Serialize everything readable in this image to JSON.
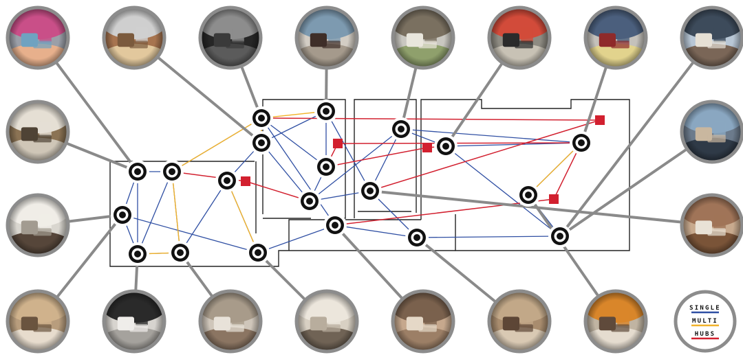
{
  "colors": {
    "single": "#2f4fa3",
    "multi": "#f2b32b",
    "hubs": "#d2202f",
    "leader": "#8a8a8a",
    "wall": "#222222",
    "photo_ring": "#8c8c8c"
  },
  "legend": {
    "items": [
      {
        "label": "SINGLE",
        "color_key": "single"
      },
      {
        "label": "MULTI",
        "color_key": "multi"
      },
      {
        "label": "HUBS",
        "color_key": "hubs"
      }
    ]
  },
  "nodes": [
    {
      "id": "n1",
      "name": "node-1"
    },
    {
      "id": "n2",
      "name": "node-2"
    },
    {
      "id": "n3",
      "name": "node-3"
    },
    {
      "id": "n4",
      "name": "node-4"
    },
    {
      "id": "n5",
      "name": "node-5"
    },
    {
      "id": "n6",
      "name": "node-6"
    },
    {
      "id": "n7",
      "name": "node-7"
    },
    {
      "id": "n8",
      "name": "node-8"
    },
    {
      "id": "n9",
      "name": "node-9"
    },
    {
      "id": "n10",
      "name": "node-10"
    },
    {
      "id": "n11",
      "name": "node-11"
    },
    {
      "id": "n12",
      "name": "node-12"
    },
    {
      "id": "n13",
      "name": "node-13"
    },
    {
      "id": "n14",
      "name": "node-14"
    },
    {
      "id": "n15",
      "name": "node-15"
    },
    {
      "id": "n16",
      "name": "node-16"
    },
    {
      "id": "n17",
      "name": "node-17"
    },
    {
      "id": "n18",
      "name": "node-18"
    }
  ],
  "hubs": [
    {
      "id": "h1"
    },
    {
      "id": "h2"
    },
    {
      "id": "h3"
    },
    {
      "id": "h4"
    },
    {
      "id": "h5"
    }
  ],
  "connections": {
    "single": [
      [
        "n1",
        "n2"
      ],
      [
        "n1",
        "n3"
      ],
      [
        "n1",
        "n4"
      ],
      [
        "n2",
        "n4"
      ],
      [
        "n2",
        "n5"
      ],
      [
        "n3",
        "n4"
      ],
      [
        "n3",
        "n7"
      ],
      [
        "n4",
        "n5"
      ],
      [
        "n5",
        "n6"
      ],
      [
        "n6",
        "n7"
      ],
      [
        "n7",
        "n8"
      ],
      [
        "n8",
        "n9"
      ],
      [
        "n9",
        "n10"
      ],
      [
        "n9",
        "n12"
      ],
      [
        "n10",
        "n11"
      ],
      [
        "n11",
        "n12"
      ],
      [
        "n12",
        "n13"
      ],
      [
        "n13",
        "n14"
      ],
      [
        "n14",
        "n15"
      ],
      [
        "n15",
        "n16"
      ],
      [
        "n16",
        "n17"
      ],
      [
        "n17",
        "n18"
      ],
      [
        "n15",
        "n17"
      ],
      [
        "n11",
        "n14"
      ],
      [
        "n13",
        "n15"
      ],
      [
        "n6",
        "n10"
      ],
      [
        "n2",
        "n9"
      ],
      [
        "n10",
        "n13"
      ]
    ],
    "multi": [
      [
        "n2",
        "n9"
      ],
      [
        "n2",
        "n5"
      ],
      [
        "n5",
        "n4"
      ],
      [
        "n9",
        "n10"
      ],
      [
        "n9",
        "n11"
      ],
      [
        "n6",
        "n7"
      ],
      [
        "n17",
        "n18"
      ]
    ],
    "hubs": [
      [
        "h1",
        "n12"
      ],
      [
        "h1",
        "n17"
      ],
      [
        "h2",
        "n2"
      ],
      [
        "h2",
        "n13"
      ],
      [
        "h3",
        "n16"
      ],
      [
        "h3",
        "n12"
      ],
      [
        "h4",
        "n14"
      ],
      [
        "h4",
        "n9"
      ],
      [
        "h5",
        "n8"
      ],
      [
        "h5",
        "n17"
      ]
    ]
  },
  "photos": [
    {
      "id": "p1",
      "scene": "living-room-tv",
      "colors": [
        "#9b9fa8",
        "#e7b08c",
        "#6fa2c0",
        "#c94f88"
      ],
      "node": "n4"
    },
    {
      "id": "p2",
      "scene": "bedroom-bed",
      "colors": [
        "#a7744f",
        "#e2c89d",
        "#7b5a3d",
        "#cfcfcf"
      ],
      "node": "n9"
    },
    {
      "id": "p3",
      "scene": "dark-room",
      "colors": [
        "#262626",
        "#5b5b5b",
        "#3a3a3a",
        "#8d8d8d"
      ],
      "node": "n10"
    },
    {
      "id": "p4",
      "scene": "bedroom-person",
      "colors": [
        "#d3cdc4",
        "#a59a8c",
        "#3e2e28",
        "#7d9ab0"
      ],
      "node": "n11"
    },
    {
      "id": "p5",
      "scene": "kitchen-sink",
      "colors": [
        "#c9c7c0",
        "#8fa06c",
        "#e9e6dc",
        "#7a7060"
      ],
      "node": "n12"
    },
    {
      "id": "p6",
      "scene": "dining-room",
      "colors": [
        "#8e8b82",
        "#c8c2b5",
        "#2b2b2b",
        "#d24b3a"
      ],
      "node": "n13"
    },
    {
      "id": "p7",
      "scene": "office-desk",
      "colors": [
        "#c4c1bb",
        "#e2d38d",
        "#8f2a2a",
        "#4b5f7d"
      ],
      "node": "n16"
    },
    {
      "id": "p8",
      "scene": "laptop-desk",
      "colors": [
        "#b8c7d6",
        "#7a6657",
        "#e6e0d5",
        "#3d4b5b"
      ],
      "node": "n17"
    },
    {
      "id": "p9",
      "scene": "cabinet-room",
      "colors": [
        "#8b7354",
        "#cfc6b7",
        "#4f4335",
        "#e5dfd4"
      ],
      "node": "n1"
    },
    {
      "id": "p10",
      "scene": "office-chair",
      "colors": [
        "#6c7b8c",
        "#2f3a47",
        "#c9b79f",
        "#8aa7c1"
      ],
      "node": "n18"
    },
    {
      "id": "p11",
      "scene": "kitchen-person",
      "colors": [
        "#d9d6cf",
        "#56463a",
        "#a29b90",
        "#f0ede7"
      ],
      "node": "n3"
    },
    {
      "id": "p12",
      "scene": "hallway-closeup",
      "colors": [
        "#c8aa8e",
        "#7a5438",
        "#e9e2d6",
        "#a07458"
      ],
      "node": "n15"
    },
    {
      "id": "p13",
      "scene": "lounge-chairs",
      "colors": [
        "#b89d7d",
        "#e7dccd",
        "#6a543f",
        "#cfb28c"
      ],
      "node": "n6"
    },
    {
      "id": "p14",
      "scene": "white-room",
      "colors": [
        "#d7d4cf",
        "#a5a29d",
        "#efedea",
        "#2a2a2a"
      ],
      "node": "n5"
    },
    {
      "id": "p15",
      "scene": "living-room-2",
      "colors": [
        "#cfc6ba",
        "#8b7562",
        "#e8e2d9",
        "#a89b8a"
      ],
      "node": "n4"
    },
    {
      "id": "p16",
      "scene": "hall-floor",
      "colors": [
        "#d8d0c3",
        "#706355",
        "#b8ad9d",
        "#ece6dc"
      ],
      "node": "n7"
    },
    {
      "id": "p17",
      "scene": "tile-floor",
      "colors": [
        "#c6a88d",
        "#9c7f66",
        "#e5d8c7",
        "#7a614d"
      ],
      "node": "n8"
    },
    {
      "id": "p18",
      "scene": "bedroom-floor",
      "colors": [
        "#a88c6e",
        "#d9c9b3",
        "#5d4636",
        "#c2a888"
      ],
      "node": "n14"
    },
    {
      "id": "p19",
      "scene": "stairs-hall",
      "colors": [
        "#c0b4a2",
        "#e5dccf",
        "#5f4a3b",
        "#d9862a"
      ],
      "node": "n15"
    }
  ]
}
